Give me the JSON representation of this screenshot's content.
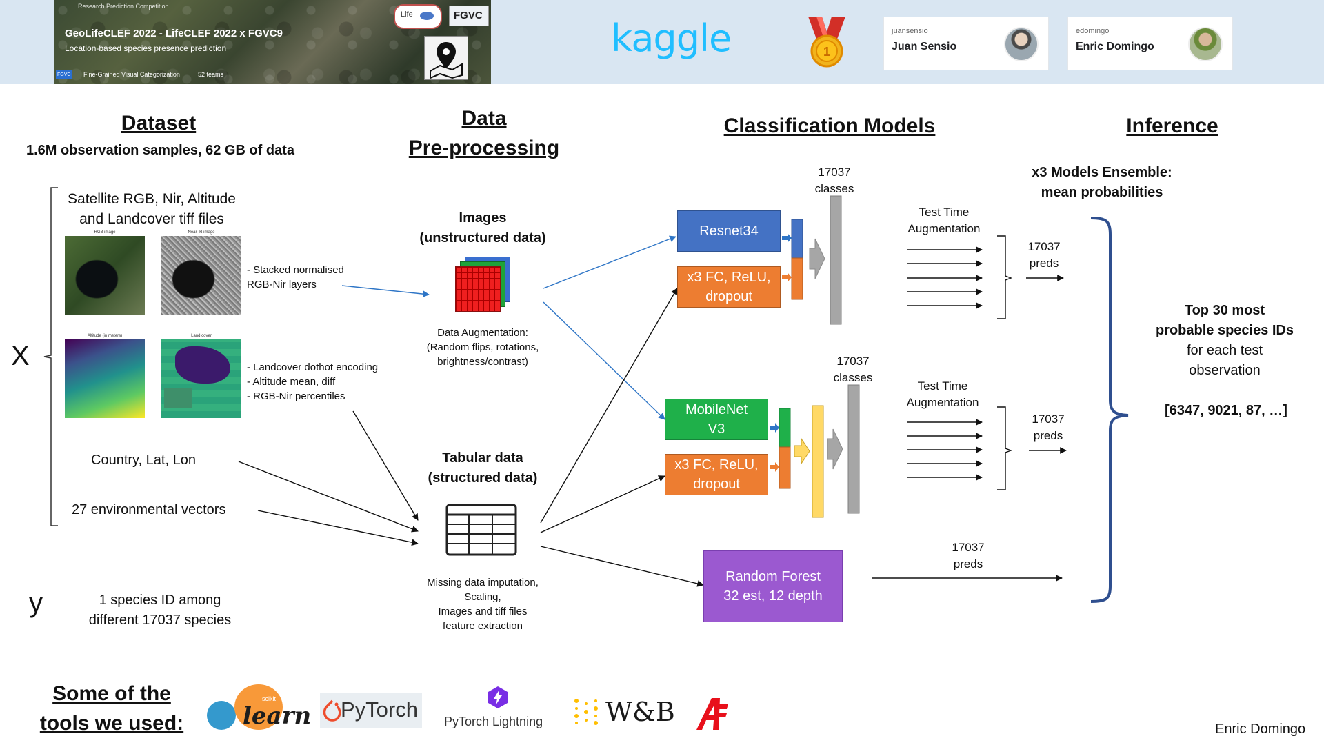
{
  "header": {
    "banner": {
      "label": "Research Prediction Competition",
      "title": "GeoLifeCLEF 2022 - LifeCLEF 2022 x FGVC9",
      "subtitle": "Location-based species presence prediction",
      "footer_badge": "FGVC",
      "footer": "Fine-Grained Visual Categorization",
      "teams": "52 teams",
      "logo_fgvc": "FGVC",
      "logo_lifeclef": "Life"
    },
    "kaggle_logo": "kaggle",
    "medal_label": "1",
    "users": [
      {
        "username": "juansensio",
        "name": "Juan Sensio"
      },
      {
        "username": "edomingo",
        "name": "Enric Domingo"
      }
    ]
  },
  "dataset": {
    "title": "Dataset",
    "subtitle": "1.6M observation samples, 62 GB of data",
    "x_label": "X",
    "y_label": "y",
    "satellite_title_1": "Satellite RGB, Nir, Altitude",
    "satellite_title_2": "and Landcover tiff files",
    "thumb_labels": [
      "RGB image",
      "Near-IR image",
      "Altitude (in meters)",
      "Land cover"
    ],
    "note_stacked_1": "- Stacked normalised",
    "note_stacked_2": "RGB-Nir layers",
    "note_features": [
      "- Landcover dothot encoding",
      "- Altitude mean, diff",
      "- RGB-Nir percentiles"
    ],
    "country": "Country, Lat, Lon",
    "env": "27 environmental vectors",
    "y_text_1": "1 species ID among",
    "y_text_2": "different 17037 species"
  },
  "preprocessing": {
    "title_1": "Data",
    "title_2": "Pre-processing",
    "images_1": "Images",
    "images_2": "(unstructured data)",
    "aug": [
      "Data Augmentation:",
      "(Random flips, rotations,",
      "brightness/contrast)"
    ],
    "tab_1": "Tabular data",
    "tab_2": "(structured data)",
    "tab_notes": [
      "Missing data imputation,",
      "Scaling,",
      "Images and tiff files",
      "feature extraction"
    ]
  },
  "models": {
    "title": "Classification Models",
    "resnet": "Resnet34",
    "fc1": [
      "x3 FC, ReLU,",
      "dropout"
    ],
    "mobilenet": [
      "MobileNet",
      "V3"
    ],
    "fc2": [
      "x3 FC, ReLU,",
      "dropout"
    ],
    "rf": [
      "Random Forest",
      "32 est, 12 depth"
    ],
    "classes_num": "17037",
    "classes_word": "classes"
  },
  "inference": {
    "title": "Inference",
    "ensemble_1": "x3 Models Ensemble:",
    "ensemble_2": "mean probabilities",
    "tta_1": "Test Time",
    "tta_2": "Augmentation",
    "preds_num": "17037",
    "preds_word": "preds",
    "top_bold_1": "Top 30 most",
    "top_bold_2": "probable species IDs",
    "top_1": "for each test",
    "top_2": "observation",
    "example": "[6347, 9021, 87, …]"
  },
  "tools": {
    "title_1": "Some of the",
    "title_2": "tools we used:",
    "sklearn_small": "scikit",
    "sklearn": "learn",
    "pytorch": "PyTorch",
    "lightning": "PyTorch Lightning",
    "wandb": "W&B",
    "author": "Enric Domingo"
  },
  "colors": {
    "resnet": "#4472c4",
    "fc": "#ed7d31",
    "mobilenet": "#1fb04a",
    "rf": "#9b59d0",
    "brace": "#2f4f8f",
    "blue_arrow": "#2e75c6",
    "kaggle": "#20beff"
  }
}
